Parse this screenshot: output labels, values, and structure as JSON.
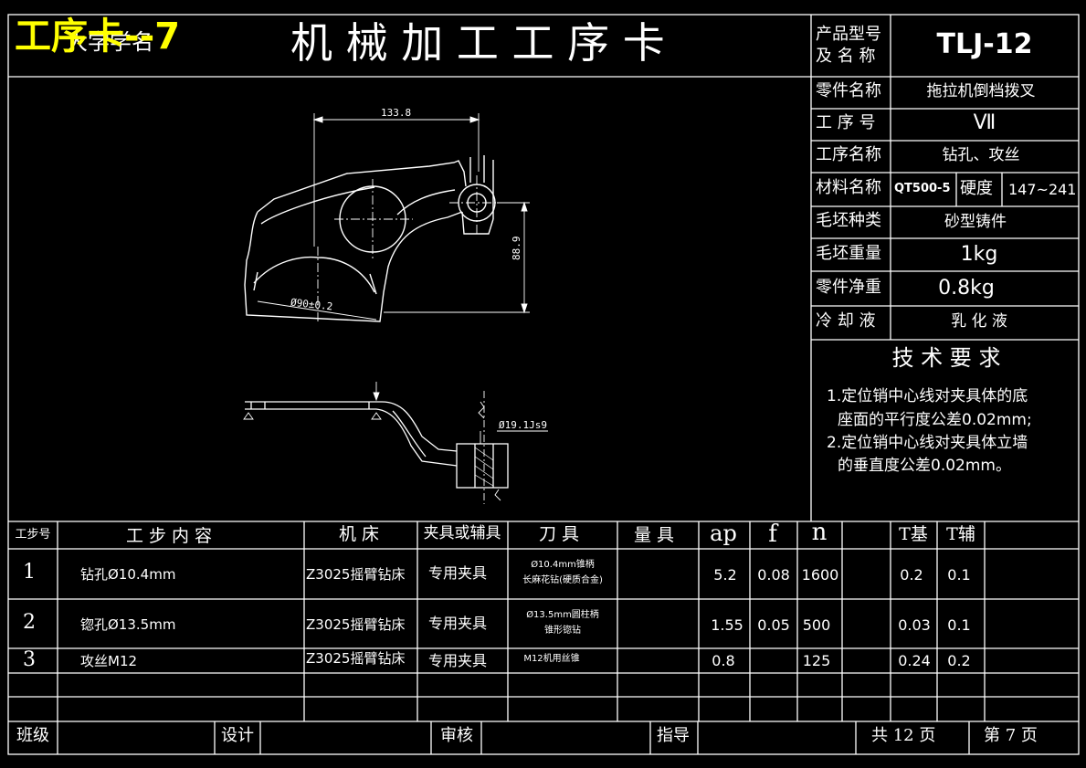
{
  "header": {
    "school": "大学学名",
    "stamp": "工序卡--7",
    "title": "机 械 加 工 工 序 卡",
    "product_label_1": "产品型号",
    "product_label_2": "及 名 称",
    "product_value": "TLJ-12"
  },
  "info": [
    {
      "label": "零件名称",
      "value": "拖拉机倒档拨叉"
    },
    {
      "label": "工 序 号",
      "value": "Ⅶ"
    },
    {
      "label": "工序名称",
      "value": "钻孔、攻丝"
    },
    {
      "label": "材料名称",
      "value": "QT500-5",
      "extra_label": "硬度",
      "extra_value": "147~241"
    },
    {
      "label": "毛坯种类",
      "value": "砂型铸件"
    },
    {
      "label": "毛坯重量",
      "value": "1kg"
    },
    {
      "label": "零件净重",
      "value": "0.8kg"
    },
    {
      "label": "冷 却 液",
      "value": "乳 化 液"
    }
  ],
  "tech": {
    "title": "技 术 要 求",
    "lines": [
      "1.定位销中心线对夹具体的底",
      "座面的平行度公差0.02mm;",
      "2.定位销中心线对夹具体立墙",
      "的垂直度公差0.02mm。"
    ]
  },
  "drawing": {
    "dim_width": "133.8",
    "dim_height": "88.9",
    "dim_radius": "Ø90±0.2",
    "dim_hole": "Ø19.1Js9"
  },
  "table": {
    "headers": {
      "step": "工步号",
      "content": "工 步 内 容",
      "machine": "机 床",
      "fixture": "夹具或辅具",
      "tool": "刀 具",
      "gauge": "量 具",
      "ap": "ap",
      "f": "f",
      "n": "n",
      "tj": "T基",
      "tf": "T辅"
    },
    "rows": [
      {
        "step": "1",
        "content": "钻孔Ø10.4mm",
        "machine": "Z3025摇臂钻床",
        "fixture": "专用夹具",
        "tool1": "Ø10.4mm锥柄",
        "tool2": "长麻花钻(硬质合金)",
        "ap": "5.2",
        "f": "0.08",
        "n": "1600",
        "tj": "0.2",
        "tf": "0.1"
      },
      {
        "step": "2",
        "content": "锪孔Ø13.5mm",
        "machine": "Z3025摇臂钻床",
        "fixture": "专用夹具",
        "tool1": "Ø13.5mm圆柱柄",
        "tool2": "锥形锪钻",
        "ap": "1.55",
        "f": "0.05",
        "n": "500",
        "tj": "0.03",
        "tf": "0.1"
      },
      {
        "step": "3",
        "content": "攻丝M12",
        "machine": "Z3025摇臂钻床",
        "fixture": "专用夹具",
        "tool1": "M12机用丝锥",
        "tool2": "",
        "ap": "0.8",
        "f": "",
        "n": "125",
        "tj": "0.24",
        "tf": "0.2"
      }
    ]
  },
  "footer": {
    "class_label": "班级",
    "design_label": "设计",
    "review_label": "审核",
    "guide_label": "指导",
    "total": "共 12 页",
    "page": "第 7 页"
  }
}
